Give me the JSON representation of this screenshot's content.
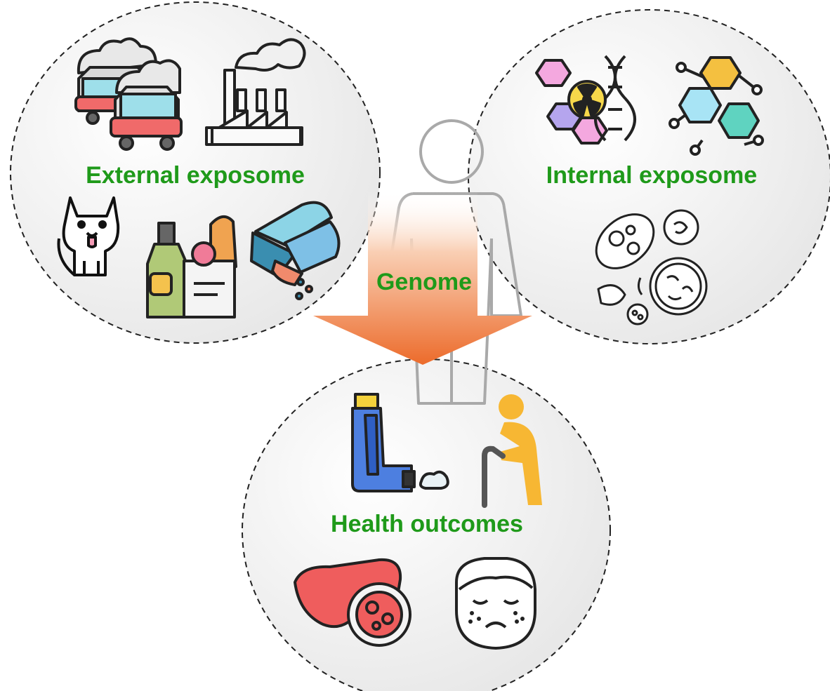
{
  "labels": {
    "external": "External exposome",
    "internal": "Internal exposome",
    "genome": "Genome",
    "health": "Health outcomes"
  },
  "colors": {
    "label_green": "#1f9a1a",
    "circle_fill": "#f2f2f2",
    "arrow_top": "#ffffff",
    "arrow_bottom": "#ec6b2b",
    "person_stroke": "#a9a9a9"
  },
  "icons": {
    "external": [
      "traffic-pollution-icon",
      "factory-icon",
      "dog-icon",
      "groceries-icon",
      "medication-icon"
    ],
    "internal": [
      "dna-radiation-icon",
      "molecule-icon",
      "microbes-icon"
    ],
    "health": [
      "inhaler-icon",
      "elderly-person-icon",
      "liver-disease-icon",
      "skin-condition-face-icon"
    ]
  }
}
